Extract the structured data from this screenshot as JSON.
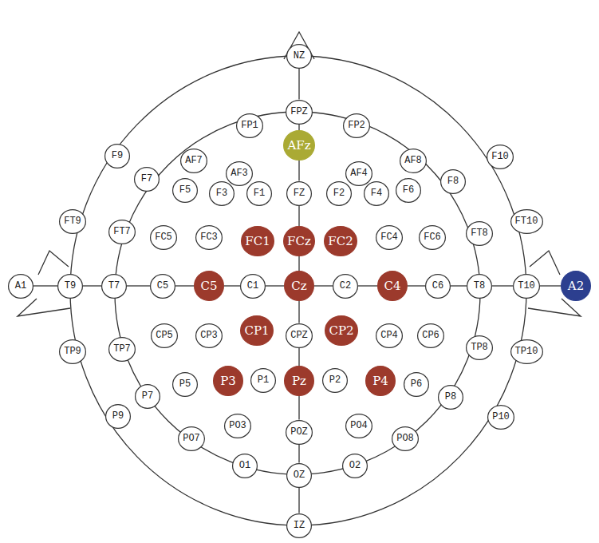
{
  "diagram": {
    "nodes": [
      {
        "text": [
          "NZ"
        ]
      },
      {
        "text": [
          "FP1"
        ]
      },
      {
        "text": [
          "FPZ"
        ]
      },
      {
        "text": [
          "FP2"
        ]
      },
      {
        "text": [
          "F9"
        ]
      },
      {
        "text": [
          "AF7"
        ]
      },
      {
        "text": [
          "AF3"
        ]
      },
      {
        "text": [
          "AFz"
        ]
      },
      {
        "text": [
          "AF4"
        ]
      },
      {
        "text": [
          "AF8"
        ]
      },
      {
        "text": [
          "F10"
        ]
      },
      {
        "text": [
          "F7"
        ]
      },
      {
        "text": [
          "F5"
        ]
      },
      {
        "text": [
          "F3"
        ]
      },
      {
        "text": [
          "F1"
        ]
      },
      {
        "text": [
          "FZ"
        ]
      },
      {
        "text": [
          "F2"
        ]
      },
      {
        "text": [
          "F4"
        ]
      },
      {
        "text": [
          "F6"
        ]
      },
      {
        "text": [
          "F8"
        ]
      },
      {
        "text": [
          "FT9"
        ]
      },
      {
        "text": [
          "FT7"
        ]
      },
      {
        "text": [
          "FC5"
        ]
      },
      {
        "text": [
          "FC3"
        ]
      },
      {
        "text": [
          "FC1"
        ]
      },
      {
        "text": [
          "FCz"
        ]
      },
      {
        "text": [
          "FC2"
        ]
      },
      {
        "text": [
          "FC4"
        ]
      },
      {
        "text": [
          "FC6"
        ]
      },
      {
        "text": [
          "FT8"
        ]
      },
      {
        "text": [
          "FT10"
        ]
      },
      {
        "text": [
          "A1"
        ]
      },
      {
        "text": [
          "T9"
        ]
      },
      {
        "text": [
          "T7"
        ]
      },
      {
        "text": [
          "C5"
        ]
      },
      {
        "text": [
          "C5"
        ]
      },
      {
        "text": [
          "C1"
        ]
      },
      {
        "text": [
          "Cz"
        ]
      },
      {
        "text": [
          "C2"
        ]
      },
      {
        "text": [
          "C4"
        ]
      },
      {
        "text": [
          "C6"
        ]
      },
      {
        "text": [
          "T8"
        ]
      },
      {
        "text": [
          "T10"
        ]
      },
      {
        "text": [
          "A2"
        ]
      },
      {
        "text": [
          "TP9"
        ]
      },
      {
        "text": [
          "TP7"
        ]
      },
      {
        "text": [
          "CP5"
        ]
      },
      {
        "text": [
          "CP3"
        ]
      },
      {
        "text": [
          "CP1"
        ]
      },
      {
        "text": [
          "CPZ"
        ]
      },
      {
        "text": [
          "CP2"
        ]
      },
      {
        "text": [
          "CP4"
        ]
      },
      {
        "text": [
          "CP6"
        ]
      },
      {
        "text": [
          "TP8"
        ]
      },
      {
        "text": [
          "TP10"
        ]
      },
      {
        "text": [
          "P9"
        ]
      },
      {
        "text": [
          "P7"
        ]
      },
      {
        "text": [
          "P5"
        ]
      },
      {
        "text": [
          "P3"
        ]
      },
      {
        "text": [
          "P1"
        ]
      },
      {
        "text": [
          "Pz"
        ]
      },
      {
        "text": [
          "P2"
        ]
      },
      {
        "text": [
          "P4"
        ]
      },
      {
        "text": [
          "P6"
        ]
      },
      {
        "text": [
          "P8"
        ]
      },
      {
        "text": [
          "P10"
        ]
      },
      {
        "text": [
          "PO7"
        ]
      },
      {
        "text": [
          "PO3"
        ]
      },
      {
        "text": [
          "POZ"
        ]
      },
      {
        "text": [
          "PO4"
        ]
      },
      {
        "text": [
          "PO8"
        ]
      },
      {
        "text": [
          "O1"
        ]
      },
      {
        "text": [
          "OZ"
        ]
      },
      {
        "text": [
          "O2"
        ]
      },
      {
        "text": [
          "IZ"
        ]
      }
    ],
    "edges": [
      {
        "from": 0,
        "to": 2,
        "arrow": "none"
      },
      {
        "from": 2,
        "to": 7,
        "arrow": "none"
      },
      {
        "from": 7,
        "to": 15,
        "arrow": "none"
      },
      {
        "from": 15,
        "to": 25,
        "arrow": "none"
      },
      {
        "from": 25,
        "to": 37,
        "arrow": "none"
      },
      {
        "from": 37,
        "to": 49,
        "arrow": "none"
      },
      {
        "from": 49,
        "to": 60,
        "arrow": "none"
      },
      {
        "from": 60,
        "to": 68,
        "arrow": "none"
      },
      {
        "from": 68,
        "to": 72,
        "arrow": "none"
      },
      {
        "from": 72,
        "to": 74,
        "arrow": "none"
      },
      {
        "from": 31,
        "to": 32,
        "arrow": "none"
      },
      {
        "from": 32,
        "to": 33,
        "arrow": "none"
      },
      {
        "from": 33,
        "to": 34,
        "arrow": "none"
      },
      {
        "from": 34,
        "to": 35,
        "arrow": "none"
      },
      {
        "from": 35,
        "to": 36,
        "arrow": "none"
      },
      {
        "from": 36,
        "to": 37,
        "arrow": "none"
      },
      {
        "from": 37,
        "to": 38,
        "arrow": "none"
      },
      {
        "from": 38,
        "to": 39,
        "arrow": "none"
      },
      {
        "from": 39,
        "to": 40,
        "arrow": "none"
      },
      {
        "from": 40,
        "to": 41,
        "arrow": "none"
      },
      {
        "from": 41,
        "to": 42,
        "arrow": "none"
      },
      {
        "from": 42,
        "to": 43,
        "arrow": "none"
      }
    ]
  }
}
